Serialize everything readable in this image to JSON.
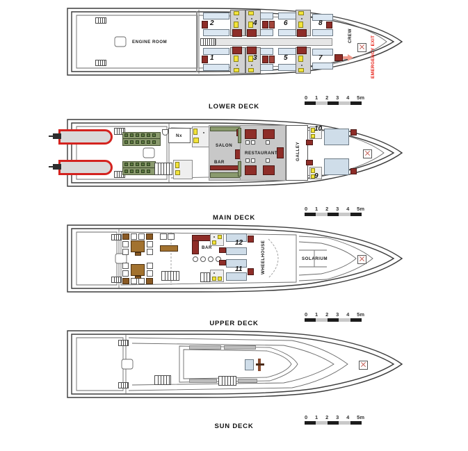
{
  "document": {
    "title": "Ship Deck Plan",
    "kind": "vessel-deck-plan-diagram"
  },
  "scale": {
    "ticks": [
      "0",
      "1",
      "2",
      "3",
      "4",
      "5m"
    ],
    "unit": "m",
    "segments": [
      "dark",
      "light",
      "dark",
      "light",
      "dark"
    ]
  },
  "decks": [
    {
      "id": "lower",
      "label": "LOWER DECK",
      "rooms": [
        {
          "name": "ENGINE ROOM",
          "label": "ENGINE ROOM"
        },
        {
          "name": "CREW",
          "label": "CREW"
        }
      ],
      "cabins": [
        "2",
        "4",
        "6",
        "8",
        "1",
        "3",
        "5",
        "7"
      ],
      "annotations": [
        {
          "name": "emergency-exit",
          "label": "EMERGENCY EXIT",
          "color": "#e8231a"
        }
      ]
    },
    {
      "id": "main",
      "label": "MAIN DECK",
      "rooms": [
        {
          "name": "WC",
          "label": "Nx"
        },
        {
          "name": "SALON",
          "label": "SALON"
        },
        {
          "name": "BAR",
          "label": "BAR"
        },
        {
          "name": "RESTAURANT",
          "label": "RESTAURANT"
        },
        {
          "name": "GALLEY",
          "label": "GALLEY"
        }
      ],
      "cabins": [
        "10",
        "9"
      ],
      "annotations": []
    },
    {
      "id": "upper",
      "label": "UPPER DECK",
      "rooms": [
        {
          "name": "BAR",
          "label": "BAR"
        },
        {
          "name": "WHEELHOUSE",
          "label": "WHEELHOUSE"
        },
        {
          "name": "SOLARIUM",
          "label": "SOLARIUM"
        }
      ],
      "cabins": [
        "12",
        "11"
      ],
      "annotations": []
    },
    {
      "id": "sun",
      "label": "SUN DECK",
      "rooms": [],
      "cabins": [],
      "annotations": []
    }
  ],
  "colors": {
    "hull_outline": "#3c3c3c",
    "bed": "#dbe7f2",
    "furniture": "#8e2d28",
    "bathroom_fixture": "#f2e33a",
    "lifeboat": "#d4231f",
    "seating_green": "#5c7a3f",
    "wood_brown": "#8a5a24",
    "emergency": "#e8231a"
  }
}
